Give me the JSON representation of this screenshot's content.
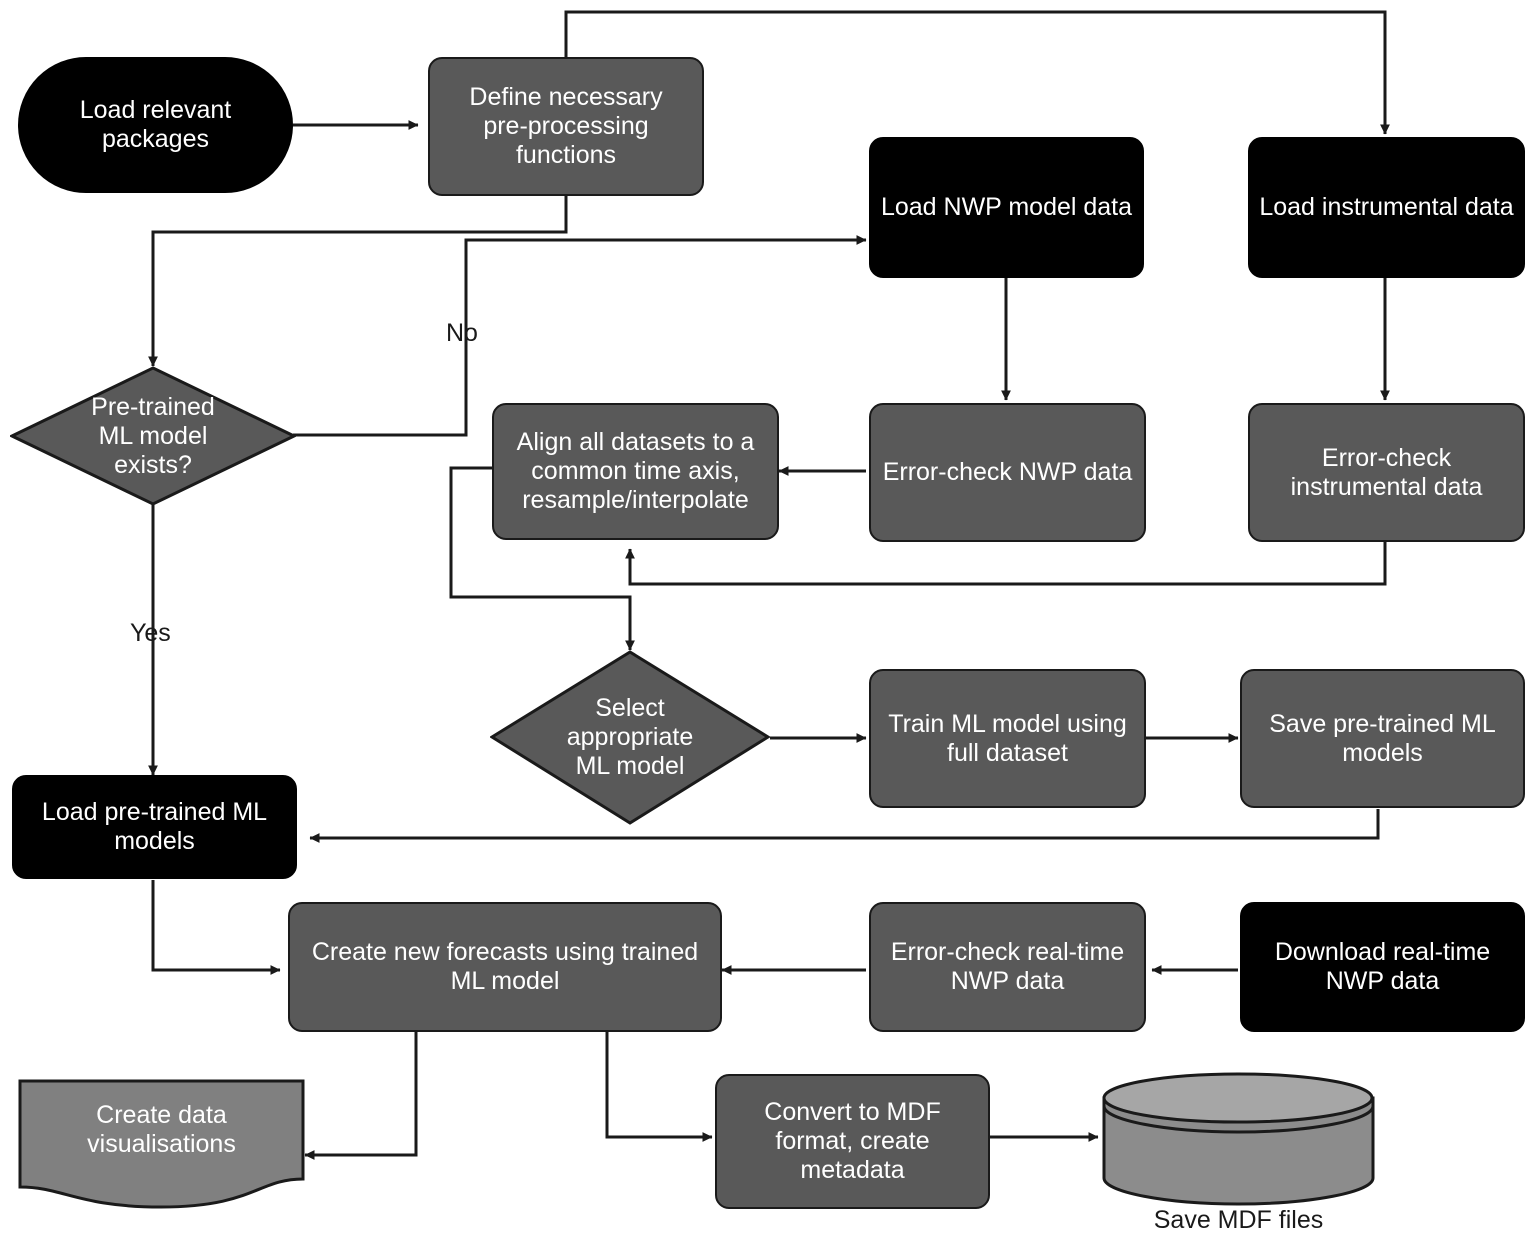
{
  "diagram": {
    "title": "ML weather forecasting workflow flowchart",
    "colors": {
      "process_fill": "#595959",
      "terminator_fill": "#000000",
      "document_fill": "#808080",
      "database_fill": "#8c8c8c",
      "stroke": "#1a1a1a",
      "text": "#ffffff",
      "label_text": "#1a1a1a",
      "background": "#ffffff"
    },
    "nodes": {
      "load_packages": {
        "label": "Load relevant\npackages",
        "shape": "terminator-rounded"
      },
      "define_preprocessing": {
        "label": "Define necessary\npre-processing\nfunctions",
        "shape": "process"
      },
      "load_nwp": {
        "label": "Load NWP model data",
        "shape": "terminator"
      },
      "load_instrumental": {
        "label": "Load instrumental data",
        "shape": "terminator"
      },
      "pretrained_decision": {
        "label": "Pre-trained\nML model\nexists?",
        "shape": "decision"
      },
      "align_datasets": {
        "label": "Align all datasets to a\ncommon time axis,\nresample/interpolate",
        "shape": "process"
      },
      "errorcheck_nwp": {
        "label": "Error-check NWP data",
        "shape": "process"
      },
      "errorcheck_instrumental": {
        "label": "Error-check\ninstrumental data",
        "shape": "process"
      },
      "select_model": {
        "label": "Select\nappropriate\nML model",
        "shape": "decision"
      },
      "train_model": {
        "label": "Train ML model using\nfull dataset",
        "shape": "process"
      },
      "save_models": {
        "label": "Save pre-trained ML\nmodels",
        "shape": "process"
      },
      "load_models": {
        "label": "Load pre-trained ML\nmodels",
        "shape": "terminator"
      },
      "create_forecasts": {
        "label": "Create new forecasts using trained\nML model",
        "shape": "process"
      },
      "errorcheck_realtime": {
        "label": "Error-check real-time\nNWP data",
        "shape": "process"
      },
      "download_realtime": {
        "label": "Download real-time\nNWP data",
        "shape": "terminator"
      },
      "create_visualisations": {
        "label": "Create data\nvisualisations",
        "shape": "document"
      },
      "convert_mdf": {
        "label": "Convert to MDF\nformat, create\nmetadata",
        "shape": "process"
      },
      "save_mdf": {
        "label": "",
        "shape": "database"
      }
    },
    "edge_labels": {
      "no": "No",
      "yes": "Yes"
    },
    "captions": {
      "save_mdf": "Save MDF files"
    }
  }
}
